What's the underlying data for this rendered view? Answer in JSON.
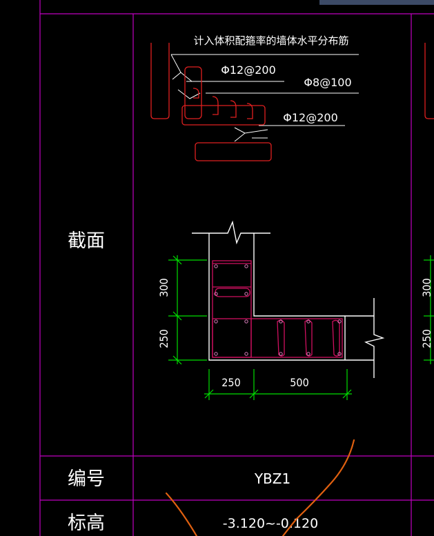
{
  "row_labels": {
    "section": "截面",
    "number": "编号",
    "elevation": "标高"
  },
  "detail_notes": {
    "title": "计入体积配箍率的墙体水平分布筋",
    "rebar_a": "Φ12@200",
    "rebar_b": "Φ8@100",
    "rebar_c": "Φ12@200"
  },
  "dimensions": {
    "v_top": "300",
    "v_bottom": "250",
    "h_left": "250",
    "h_right": "500",
    "right_v_top": "300",
    "right_v_bottom": "250"
  },
  "column_id": "YBZ1",
  "elevation_value": "-3.120~-0.120",
  "colors": {
    "grid": "#c000c0",
    "outline": "#ffffff",
    "rebar": "#d01060",
    "stirrup_detail": "#e02020",
    "dimension": "#00e000",
    "annotation_stroke": "#e06010",
    "header_bar": "#3c4a66"
  }
}
